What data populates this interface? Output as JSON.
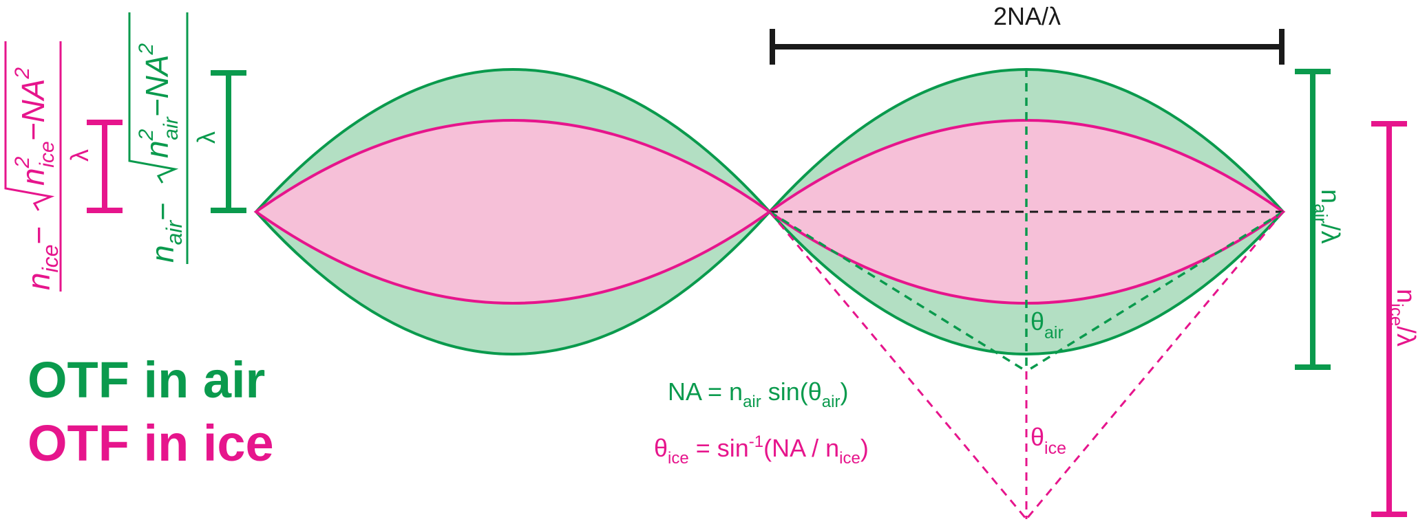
{
  "colors": {
    "air": "#0a9a4d",
    "air_fill": "#b3dfc3",
    "ice": "#e6158c",
    "ice_fill": "#f6c0d8",
    "black": "#1a1a1a"
  },
  "legend": {
    "air": "OTF in air",
    "ice": "OTF in ice"
  },
  "top_bar_label": "2NA/λ",
  "right_labels": {
    "air_n": "n",
    "air_sub": "air",
    "air_tail": "/λ",
    "ice_n": "n",
    "ice_sub": "ice",
    "ice_tail": "/λ"
  },
  "angles": {
    "theta": "θ",
    "air_sub": "air",
    "ice_sub": "ice"
  },
  "equations": {
    "na_lhs": "NA = n",
    "na_sub": "air",
    "na_mid": " sin(θ",
    "na_sub2": "air",
    "na_end": ")",
    "th_lhs": "θ",
    "th_sub": "ice",
    "th_eq": " = sin",
    "th_sup": "-1",
    "th_mid": "(NA / n",
    "th_sub2": "ice",
    "th_end": ")"
  },
  "left_formulas": {
    "ice": {
      "n": "n",
      "n_sub": "ice",
      "minus": "−",
      "inner_n": "n",
      "inner_sup": "2",
      "inner_sub": "ice",
      "inner_minus": "−NA",
      "na_sup": "2",
      "denominator": "λ"
    },
    "air": {
      "n": "n",
      "n_sub": "air",
      "minus": "−",
      "inner_n": "n",
      "inner_sup": "2",
      "inner_sub": "air",
      "inner_minus": "−NA",
      "na_sup": "2",
      "denominator": "λ"
    }
  }
}
